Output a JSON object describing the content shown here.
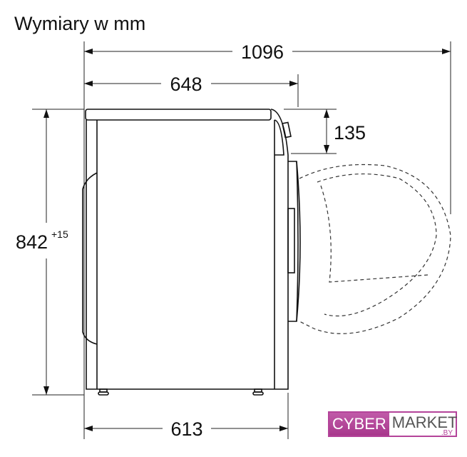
{
  "title": "Wymiary w mm",
  "dimensions": {
    "total_depth_door_open": "1096",
    "depth_top": "648",
    "depth_body": "613",
    "height": "842",
    "height_tolerance": "+15",
    "top_panel_height": "135"
  },
  "logo": {
    "part1": "CYBER",
    "part2": "MARKET",
    "suffix": ".BY",
    "color_brand": "#b4449a"
  }
}
